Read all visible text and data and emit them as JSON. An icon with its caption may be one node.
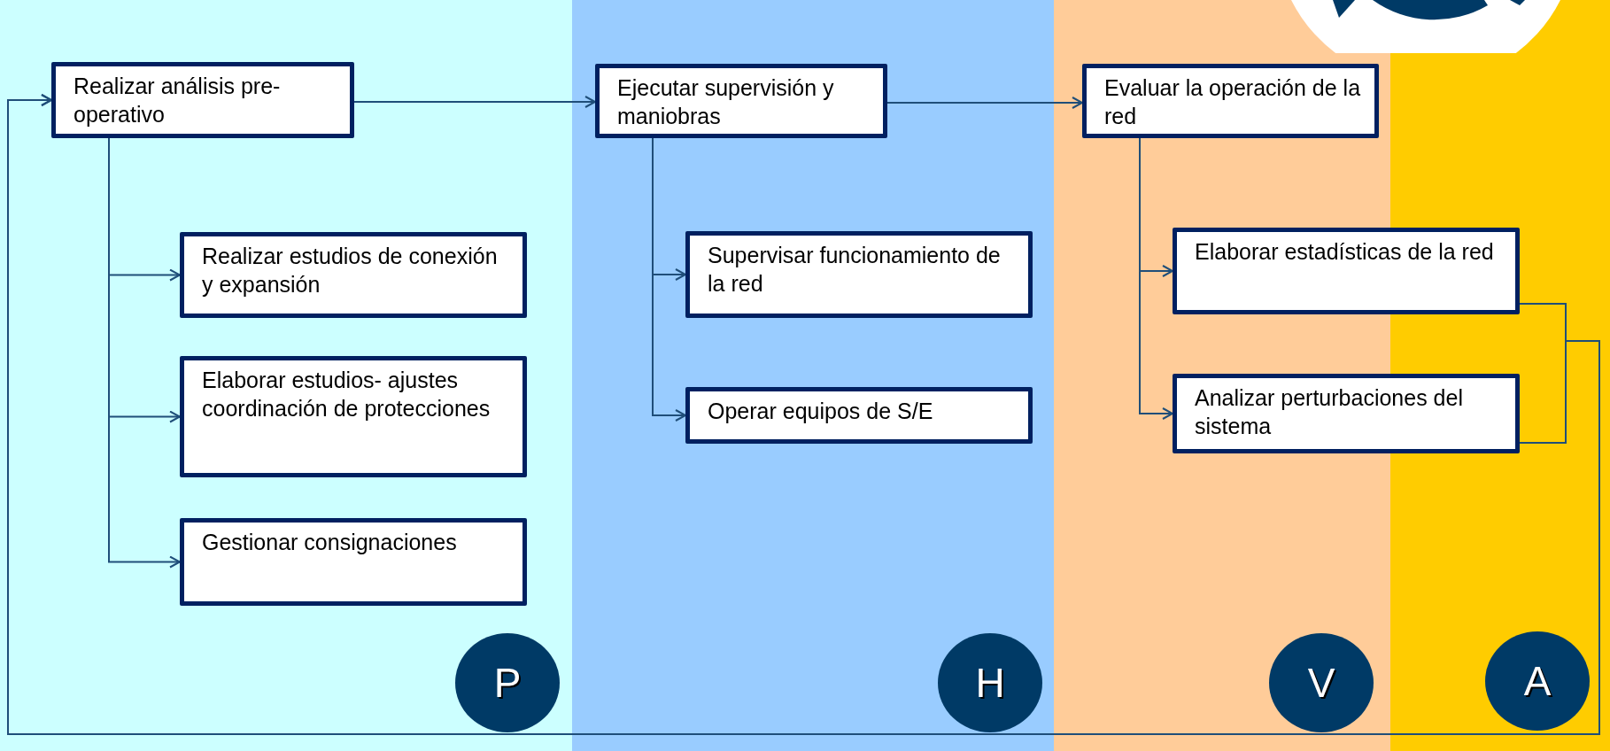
{
  "diagram": {
    "nodes": [
      {
        "text": [
          "Realizar análisis pre-operativo"
        ]
      },
      {
        "text": [
          "Realizar estudios de conexión y expansión"
        ]
      },
      {
        "text": [
          "Elaborar estudios- ajustes coordinación de protecciones"
        ]
      },
      {
        "text": [
          "Gestionar consignaciones"
        ]
      },
      {
        "text": [
          "Ejecutar supervisión y maniobras"
        ]
      },
      {
        "text": [
          "Supervisar funcionamiento de la red"
        ]
      },
      {
        "text": [
          "Operar equipos de S/E"
        ]
      },
      {
        "text": [
          "Evaluar la operación de la red"
        ]
      },
      {
        "text": [
          "Elaborar estadísticas de la red"
        ]
      },
      {
        "text": [
          "Analizar perturbaciones del sistema"
        ]
      },
      {
        "text": [
          "P"
        ]
      },
      {
        "text": [
          "H"
        ]
      },
      {
        "text": [
          "V"
        ]
      },
      {
        "text": [
          "A"
        ]
      }
    ],
    "edges": [
      {
        "from": 0,
        "to": 4,
        "arrow": "to"
      },
      {
        "from": 4,
        "to": 7,
        "arrow": "to"
      },
      {
        "from": 0,
        "to": 1,
        "arrow": "to"
      },
      {
        "from": 0,
        "to": 2,
        "arrow": "to"
      },
      {
        "from": 0,
        "to": 3,
        "arrow": "to"
      },
      {
        "from": 4,
        "to": 5,
        "arrow": "to"
      },
      {
        "from": 4,
        "to": 6,
        "arrow": "to"
      },
      {
        "from": 7,
        "to": 8,
        "arrow": "to"
      },
      {
        "from": 7,
        "to": 9,
        "arrow": "to"
      },
      {
        "from": 8,
        "to": 0,
        "arrow": "to"
      },
      {
        "from": 9,
        "to": 0,
        "arrow": "to"
      }
    ]
  }
}
